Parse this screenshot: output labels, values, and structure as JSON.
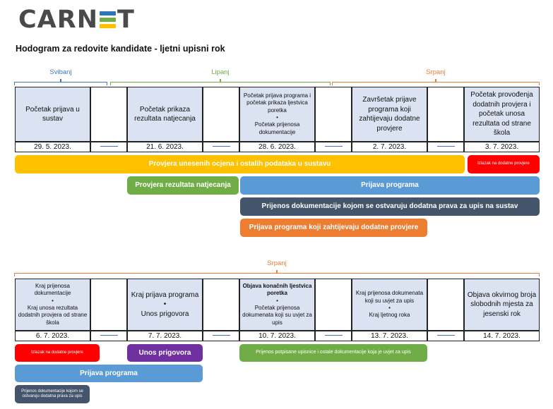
{
  "brand": {
    "left": "CARN",
    "right": "T",
    "bar_colors": [
      "#2e75b6",
      "#70ad47",
      "#ffc000"
    ]
  },
  "heading": "Hodogram za redovite kandidate - ljetni upisni rok",
  "colors": {
    "yellow": "#ffc000",
    "red": "#ff0000",
    "green": "#70ad47",
    "blue": "#5b9bd5",
    "dark": "#44546a",
    "orange": "#ed7d31",
    "purple": "#7030a0",
    "cell": "#dbe2f1"
  },
  "section1": {
    "months": [
      "Svibanj",
      "Lipanj",
      "Srpanj"
    ],
    "cells": [
      {
        "lines": [
          "Početak prijava u sustav"
        ]
      },
      {
        "lines": [
          "Početak prikaza rezultata natjecanja"
        ]
      },
      {
        "lines": [
          "Početak prijava programa i početak prikaza ljestvica poretka",
          "•",
          "Početak prijenosa dokumentacije"
        ]
      },
      {
        "lines": [
          "Završetak prijave programa koji zahtijevaju dodatne provjere"
        ]
      },
      {
        "lines": [
          "Početak provođenja dodatnih provjera i početak unosa rezultata od strane škola"
        ]
      }
    ],
    "dates": [
      "29. 5. 2023.",
      "21. 6. 2023.",
      "28. 6. 2023.",
      "2. 7. 2023.",
      "3. 7. 2023."
    ],
    "bars": [
      "Provjera unesenih ocjena i ostalih podataka u sustavu",
      "Izlazak na dodatne provjere",
      "Provjera rezultata natjecanja",
      "Prijava programa",
      "Prijenos dokumentacije kojom se ostvaruju dodatna prava za upis na sustav",
      "Prijava programa koji zahtijevaju dodatne provjere"
    ]
  },
  "section2": {
    "month": "Srpanj",
    "cells": [
      {
        "lines": [
          "Kraj prijenosa dokumentacije",
          "•",
          "Kraj unosa rezultata dodatnih provjera od strane škola"
        ]
      },
      {
        "lines": [
          "Kraj prijava programa",
          "•",
          "Unos prigovora"
        ]
      },
      {
        "lines": [
          "Objava konačnih ljestvica poretka",
          "•",
          "Početak prijenosa dokumenata koji su uvjet za upis"
        ]
      },
      {
        "lines": [
          "Kraj prijenosa dokumenata koji su uvjet za upis",
          "•",
          "Kraj ljetnog roka"
        ]
      },
      {
        "lines": [
          "Objava okvirnog broja slobodnih mjesta za jesenski rok"
        ]
      }
    ],
    "dates": [
      "6. 7. 2023.",
      "7. 7. 2023.",
      "10. 7. 2023.",
      "13. 7. 2023.",
      "14. 7. 2023."
    ],
    "bars": [
      "Izlazak na dodatne provjere",
      "Unos prigovora",
      "Prijenos potpisane upisnice i ostale dokumentacije koja je uvjet za upis",
      "Prijava programa",
      "Prijenos dokumentacije kojom se ostvaruju dodatna prava za upis"
    ]
  }
}
